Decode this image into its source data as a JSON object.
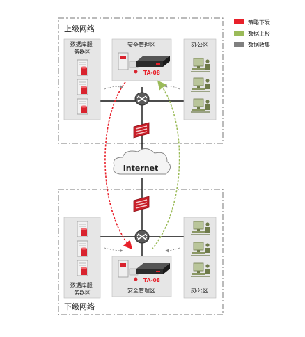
{
  "legend": [
    {
      "label": "策略下发",
      "color": "#e8202a"
    },
    {
      "label": "数据上报",
      "color": "#9bbb59"
    },
    {
      "label": "数据收集",
      "color": "#808080"
    }
  ],
  "upper_network": {
    "title": "上级网络",
    "zones": {
      "database": "数据库服\n务器区",
      "security": "安全管理区",
      "office": "办公区"
    },
    "device_label": "TA-08"
  },
  "internet": {
    "label": "Internet"
  },
  "lower_network": {
    "title": "下级网络",
    "zones": {
      "database": "数据库服\n务器区",
      "security": "安全管理区",
      "office": "办公区"
    },
    "device_label": "TA-08"
  },
  "icons": {
    "server": "database-server-icon",
    "pc": "office-pc-icon",
    "router": "router-icon",
    "firewall": "firewall-icon",
    "appliance": "ta-appliance-icon",
    "cloud": "internet-cloud-icon"
  },
  "colors": {
    "zone_bg": "#e6e6e6",
    "network_border": "#777777",
    "strategy": "#e8202a",
    "report": "#9bbb59",
    "collect": "#808080"
  }
}
